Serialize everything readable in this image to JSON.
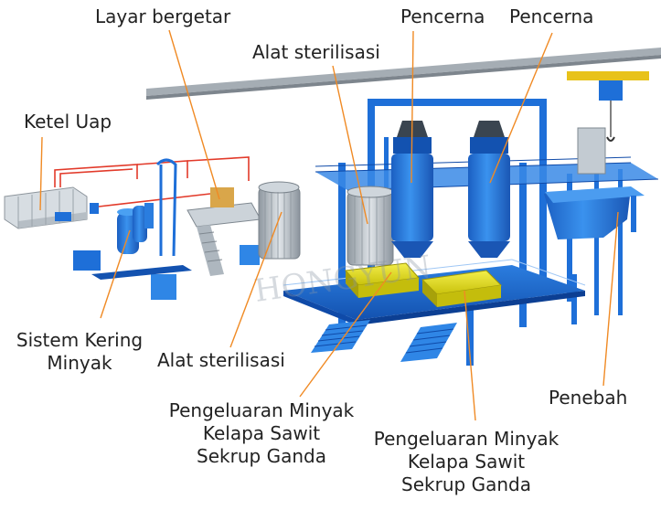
{
  "colors": {
    "frame_blue": "#1e6fd8",
    "frame_dark": "#0f4aa8",
    "tank_blue": "#2f86e6",
    "steel": "#b9c2cc",
    "press_yellow": "#e8e21a",
    "pipe_red": "#e23a2a",
    "leader_orange": "#f08a24",
    "label_text": "#222222",
    "crane_grey": "#9aa3ab"
  },
  "labels": {
    "ketel_uap": "Ketel Uap",
    "layar_bergetar": "Layar bergetar",
    "alat_sterilisasi_top": "Alat sterilisasi",
    "pencerna_1": "Pencerna",
    "pencerna_2": "Pencerna",
    "sistem_kering": [
      "Sistem Kering",
      "Minyak"
    ],
    "alat_sterilisasi_bottom": "Alat sterilisasi",
    "pengeluaran_1": [
      "Pengeluaran Minyak",
      "Kelapa Sawit",
      "Sekrup Ganda"
    ],
    "pengeluaran_2": [
      "Pengeluaran Minyak",
      "Kelapa Sawit",
      "Sekrup Ganda"
    ],
    "penebah": "Penebah"
  },
  "watermark": "HONGYUN"
}
